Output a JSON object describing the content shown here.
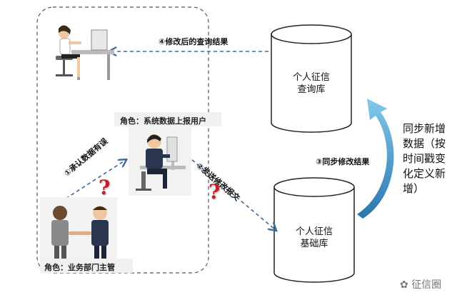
{
  "db_query": {
    "line1": "个人征信",
    "line2": "查询库"
  },
  "db_base": {
    "line1": "个人征信",
    "line2": "基础库"
  },
  "roles": {
    "system_user": "角色：系统数据上报用户",
    "dept_manager": "角色：业务部门主管"
  },
  "steps": {
    "step1": "①承认数据有误",
    "step2": "②发送修改报文",
    "step3": "③同步修改结果",
    "step4": "④修改后的查询结果"
  },
  "sync_note": [
    "同步新增",
    "数据（按",
    "时间戳变",
    "化定义新",
    "增）"
  ],
  "question_mark": "?",
  "watermark": "征信圈",
  "colors": {
    "arrow": "#3a6b9a",
    "dashed_box": "#555555",
    "sync_arrow": "#3aa0d0",
    "question": "#c4202a"
  }
}
